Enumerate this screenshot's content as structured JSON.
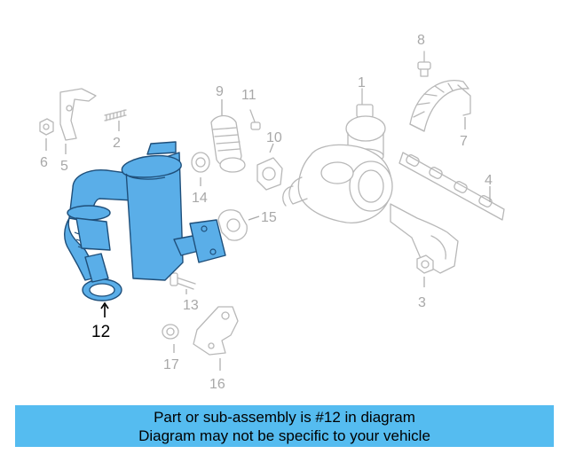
{
  "highlighted_part": "12",
  "callouts": {
    "c1": "1",
    "c2": "2",
    "c3": "3",
    "c4": "4",
    "c5": "5",
    "c6": "6",
    "c7": "7",
    "c8": "8",
    "c9": "9",
    "c10": "10",
    "c11": "11",
    "c12": "12",
    "c13": "13",
    "c14": "14",
    "c15": "15",
    "c16": "16",
    "c17": "17"
  },
  "banner": {
    "line1": "Part or sub-assembly is #12 in diagram",
    "line2": "Diagram may not be specific to your vehicle"
  },
  "colors": {
    "highlight": "#5aaee8",
    "banner": "#55bcf0",
    "ghost": "#b8b8b8"
  }
}
